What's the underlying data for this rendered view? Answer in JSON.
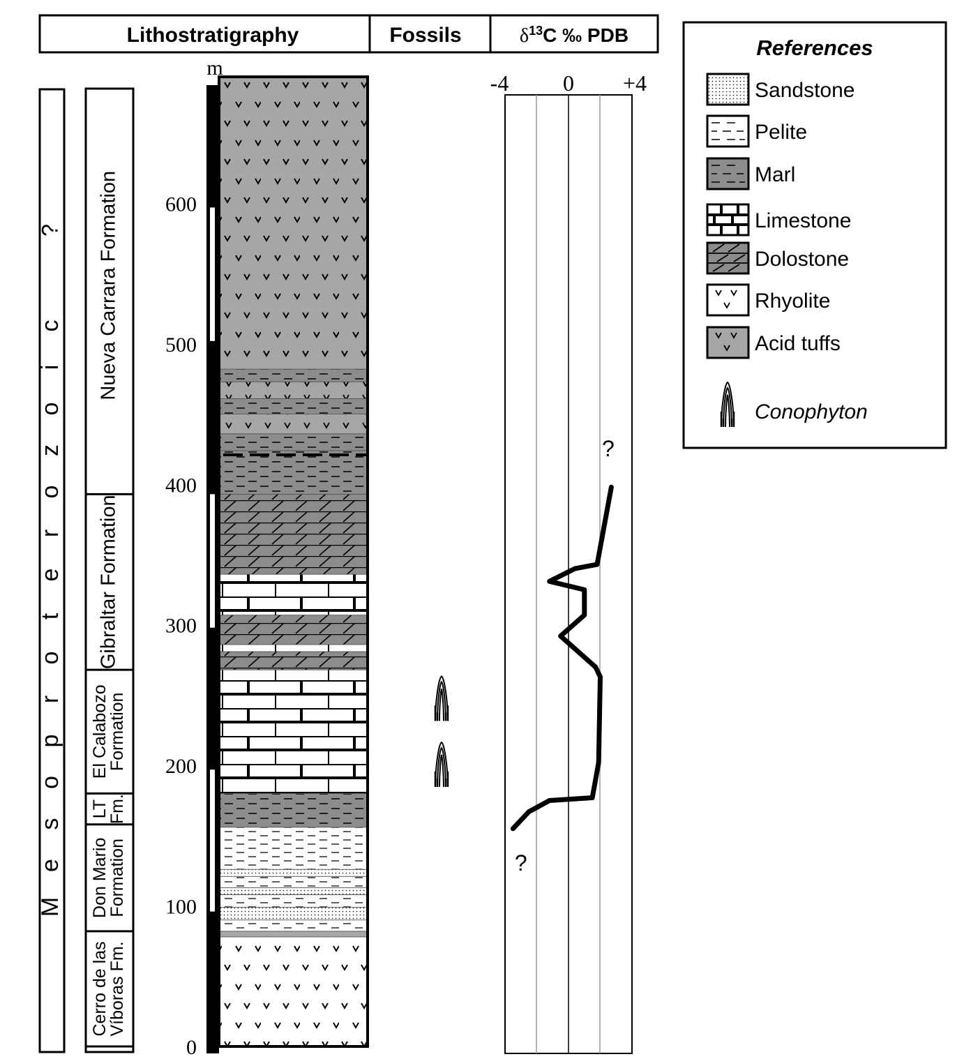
{
  "header": {
    "lithostratigraphy": "Lithostratigraphy",
    "fossils": "Fossils",
    "delta_symbol": "δ",
    "delta_sup": "13",
    "delta_rest": "C ‰ PDB"
  },
  "era": {
    "letters": [
      "M",
      "e",
      "s",
      "o",
      "p",
      "r",
      "o",
      "t",
      "e",
      "r",
      "o",
      "z",
      "o",
      "i",
      "c"
    ],
    "query": "?"
  },
  "formations": [
    {
      "name": "Nueva Carrara Formation",
      "lines": [
        "Nueva Carrara Formation"
      ],
      "base_m": 393,
      "top_m": 690
    },
    {
      "name": "Gibraltar Formation",
      "lines": [
        "Gibraltar Formation"
      ],
      "base_m": 268,
      "top_m": 393
    },
    {
      "name": "El Calabozo Formation",
      "lines": [
        "El Calabozo",
        "Formation"
      ],
      "base_m": 180,
      "top_m": 268
    },
    {
      "name": "LT Fm.",
      "lines": [
        "LT",
        "Fm."
      ],
      "base_m": 158,
      "top_m": 180
    },
    {
      "name": "Don Mario Formation",
      "lines": [
        "Don Mario",
        "Formation"
      ],
      "base_m": 82,
      "top_m": 158
    },
    {
      "name": "Cerro de las Víboras Fm.",
      "lines": [
        "Cerro de las",
        "Víboras Fm."
      ],
      "base_m": 0,
      "top_m": 82
    }
  ],
  "depth_axis": {
    "unit": "m",
    "ticks": [
      "0",
      "100",
      "200",
      "300",
      "400",
      "500",
      "600"
    ]
  },
  "lithology_column": [
    {
      "lith": "rhyolite",
      "base_m": 0,
      "top_m": 78
    },
    {
      "lith": "tuff",
      "base_m": 78,
      "top_m": 82
    },
    {
      "lith": "pelite",
      "base_m": 82,
      "top_m": 90
    },
    {
      "lith": "sandstone",
      "base_m": 90,
      "top_m": 99
    },
    {
      "lith": "pelite",
      "base_m": 99,
      "top_m": 108
    },
    {
      "lith": "sandstone",
      "base_m": 108,
      "top_m": 113
    },
    {
      "lith": "pelite",
      "base_m": 113,
      "top_m": 121
    },
    {
      "lith": "sandstone",
      "base_m": 121,
      "top_m": 126
    },
    {
      "lith": "pelite",
      "base_m": 126,
      "top_m": 156
    },
    {
      "lith": "marl",
      "base_m": 156,
      "top_m": 180
    },
    {
      "lith": "limestone",
      "base_m": 180,
      "top_m": 268
    },
    {
      "lith": "dolostone",
      "base_m": 268,
      "top_m": 281
    },
    {
      "lith": "limestone",
      "base_m": 281,
      "top_m": 286
    },
    {
      "lith": "dolostone",
      "base_m": 286,
      "top_m": 307
    },
    {
      "lith": "limestone",
      "base_m": 307,
      "top_m": 336
    },
    {
      "lith": "dolostone",
      "base_m": 336,
      "top_m": 393
    },
    {
      "lith": "marl",
      "base_m": 393,
      "top_m": 424
    },
    {
      "lith": "marl",
      "base_m": 424,
      "top_m": 436
    },
    {
      "lith": "tuff",
      "base_m": 436,
      "top_m": 450
    },
    {
      "lith": "marl",
      "base_m": 450,
      "top_m": 461
    },
    {
      "lith": "tuff",
      "base_m": 461,
      "top_m": 473
    },
    {
      "lith": "marl",
      "base_m": 473,
      "top_m": 482
    },
    {
      "lith": "tuff",
      "base_m": 482,
      "top_m": 690
    }
  ],
  "white_bars": [
    {
      "base_m": 96,
      "top_m": 197
    },
    {
      "base_m": 298,
      "top_m": 393
    },
    {
      "base_m": 502,
      "top_m": 597
    }
  ],
  "fossil_occurrences": [
    {
      "name": "Conophyton",
      "at_m": 208
    },
    {
      "name": "Conophyton",
      "at_m": 255
    }
  ],
  "chart_data": {
    "type": "line",
    "xlabel": "δ13C ‰ PDB",
    "xlim": [
      -4,
      4
    ],
    "x_ticks": [
      "-4",
      "0",
      "+4"
    ],
    "ylim": [
      0,
      690
    ],
    "series": [
      {
        "points": [
          [
            -3.5,
            155
          ],
          [
            -2.5,
            167
          ],
          [
            -1.2,
            175
          ],
          [
            1.5,
            177
          ],
          [
            1.9,
            202
          ],
          [
            2.0,
            263
          ],
          [
            1.7,
            270
          ],
          [
            -0.5,
            292
          ],
          [
            1.0,
            307
          ],
          [
            1.0,
            325
          ],
          [
            -1.2,
            331
          ],
          [
            0.4,
            340
          ],
          [
            1.8,
            343
          ],
          [
            2.7,
            398
          ]
        ]
      }
    ],
    "question_marks": [
      {
        "x": -3.0,
        "y": 125,
        "text": "?"
      },
      {
        "x": 2.5,
        "y": 420,
        "text": "?"
      }
    ]
  },
  "legend": {
    "title": "References",
    "items": [
      {
        "key": "sandstone",
        "label": "Sandstone"
      },
      {
        "key": "pelite",
        "label": "Pelite"
      },
      {
        "key": "marl",
        "label": "Marl"
      },
      {
        "key": "limestone",
        "label": "Limestone"
      },
      {
        "key": "dolostone",
        "label": "Dolostone"
      },
      {
        "key": "rhyolite",
        "label": "Rhyolite"
      },
      {
        "key": "tuff",
        "label": "Acid tuffs"
      },
      {
        "key": "conophyton",
        "label": "Conophyton"
      }
    ]
  },
  "colors": {
    "ink": "#000000",
    "gray": "#a6a6a6",
    "dark_gray": "#8c8c8c",
    "paper": "#ffffff",
    "grid": "#9a9a9a"
  }
}
